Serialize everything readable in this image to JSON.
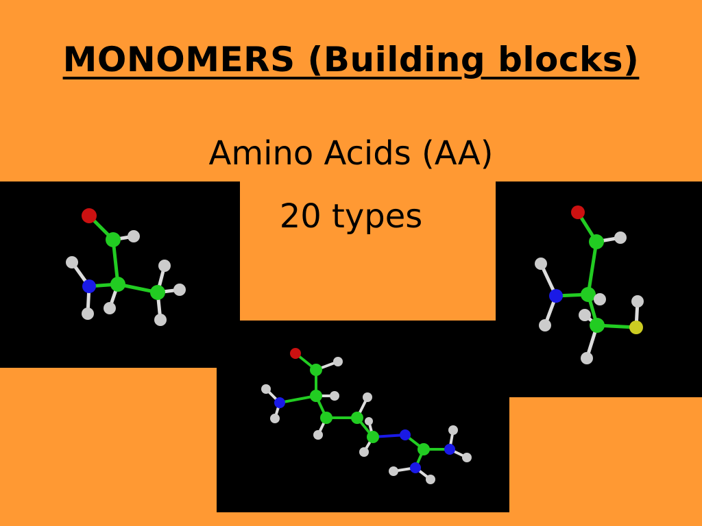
{
  "slide": {
    "title": "MONOMERS (Building blocks)",
    "subtitle": "Amino Acids (AA)",
    "count_line": "20 types"
  },
  "colors": {
    "background": "#FF9933",
    "panel": "#000000",
    "carbon": "#22CC22",
    "hydrogen": "#CCCCCC",
    "oxygen": "#CC1111",
    "nitrogen": "#1A1AE6",
    "sulfur": "#CCCC22"
  },
  "images": [
    {
      "id": "alanine-model",
      "description": "ball-and-stick molecule model"
    },
    {
      "id": "arginine-model",
      "description": "ball-and-stick molecule model"
    },
    {
      "id": "cysteine-model",
      "description": "ball-and-stick molecule model"
    }
  ]
}
